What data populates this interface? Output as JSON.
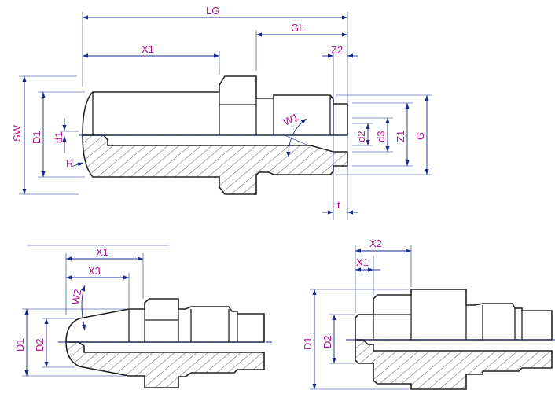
{
  "top_view": {
    "labels": {
      "LG": "LG",
      "GL": "GL",
      "X1": "X1",
      "Z2": "Z2",
      "SW": "SW",
      "D1": "D1",
      "d1": "d1",
      "R": "R",
      "W1": "W1",
      "d2": "d2",
      "d3": "d3",
      "Z1": "Z1",
      "G": "G",
      "t": "t"
    }
  },
  "bottom_left_view": {
    "labels": {
      "X1": "X1",
      "X3": "X3",
      "W2": "W2",
      "D1": "D1",
      "D2": "D2"
    }
  },
  "bottom_right_view": {
    "labels": {
      "X2": "X2",
      "X1": "X1",
      "D1": "D1",
      "D2": "D2"
    }
  },
  "colors": {
    "dimension_line": "#1a2a8a",
    "label": "#b0128f",
    "outline": "#222222"
  }
}
